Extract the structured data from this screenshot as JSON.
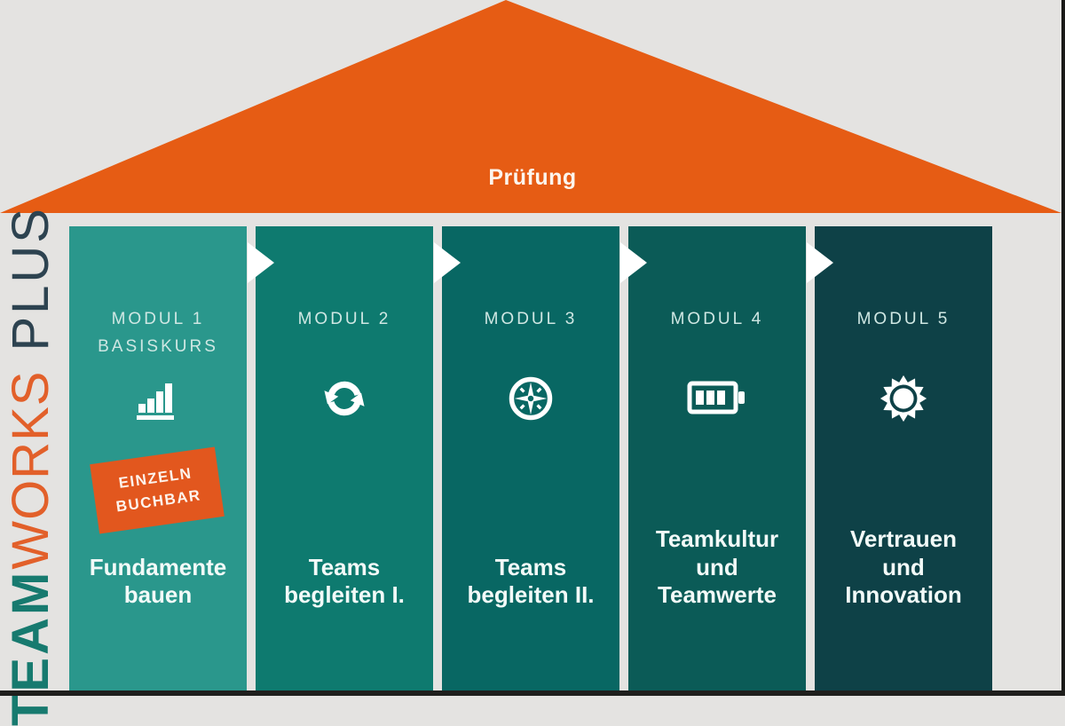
{
  "background_color": "#e4e3e1",
  "roof": {
    "label": "Prüfung",
    "color": "#e65c14"
  },
  "brand": {
    "team": "TEAM",
    "works": "WORKS",
    "plus": "PLUS",
    "team_color": "#177a6f",
    "works_color": "#e2602a",
    "plus_color": "#2d4350"
  },
  "badge_color": "#e2571e",
  "chevron_color": "#ffffff",
  "columns": [
    {
      "module": "MODUL 1",
      "subtitle": "BASISKURS",
      "icon": "bar-chart-icon",
      "badge_lines": [
        "EINZELN",
        "BUCHBAR"
      ],
      "label_lines": [
        "Fundamente",
        "bauen"
      ],
      "color": "#2a978c",
      "chevron": false
    },
    {
      "module": "MODUL 2",
      "subtitle": "",
      "icon": "sync-arrows-icon",
      "badge_lines": [],
      "label_lines": [
        "Teams",
        "begleiten I."
      ],
      "color": "#0e7a6f",
      "chevron": true
    },
    {
      "module": "MODUL 3",
      "subtitle": "",
      "icon": "compass-icon",
      "badge_lines": [],
      "label_lines": [
        "Teams",
        "begleiten II."
      ],
      "color": "#086763",
      "chevron": true
    },
    {
      "module": "MODUL 4",
      "subtitle": "",
      "icon": "battery-icon",
      "badge_lines": [],
      "label_lines": [
        "Teamkultur",
        "und",
        "Teamwerte"
      ],
      "color": "#0b5b57",
      "chevron": true
    },
    {
      "module": "MODUL 5",
      "subtitle": "",
      "icon": "sun-icon",
      "badge_lines": [],
      "label_lines": [
        "Vertrauen",
        "und",
        "Innovation"
      ],
      "color": "#0e4147",
      "chevron": true
    }
  ]
}
